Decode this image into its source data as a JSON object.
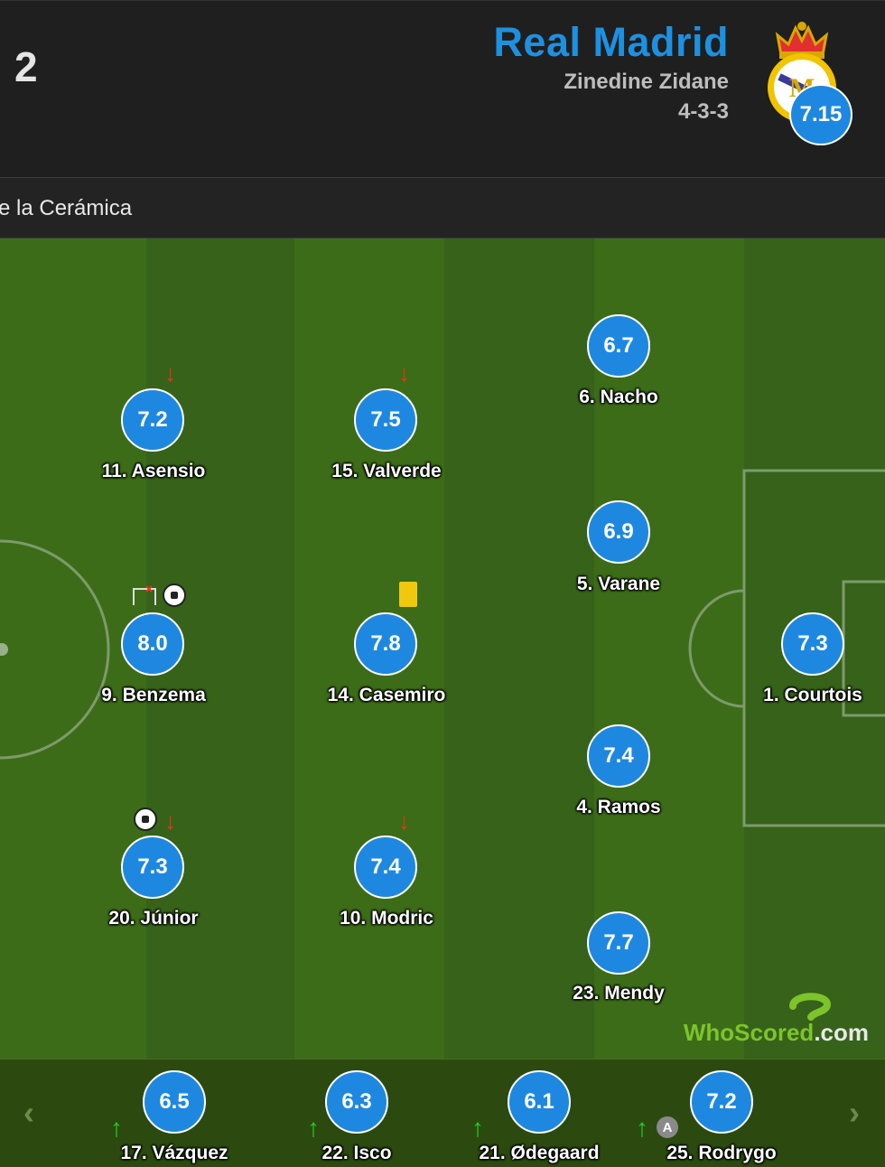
{
  "header": {
    "score": "2",
    "team_name": "Real Madrid",
    "manager": "Zinedine Zidane",
    "formation": "4-3-3",
    "team_rating": "7.15"
  },
  "venue": "e la Cerámica",
  "colors": {
    "accent": "#1e88e0",
    "pitch": "#3b6b17",
    "sub_off": "#e8341c",
    "sub_on": "#20d020",
    "yellow_card": "#f2c80f"
  },
  "players": {
    "asensio": {
      "rating": "7.2",
      "name": "11. Asensio"
    },
    "valverde": {
      "rating": "7.5",
      "name": "15. Valverde"
    },
    "nacho": {
      "rating": "6.7",
      "name": "6. Nacho"
    },
    "varane": {
      "rating": "6.9",
      "name": "5. Varane"
    },
    "benzema": {
      "rating": "8.0",
      "name": "9. Benzema"
    },
    "casemiro": {
      "rating": "7.8",
      "name": "14. Casemiro"
    },
    "courtois": {
      "rating": "7.3",
      "name": "1. Courtois"
    },
    "ramos": {
      "rating": "7.4",
      "name": "4. Ramos"
    },
    "junior": {
      "rating": "7.3",
      "name": "20. Júnior"
    },
    "modric": {
      "rating": "7.4",
      "name": "10. Modric"
    },
    "mendy": {
      "rating": "7.7",
      "name": "23. Mendy"
    }
  },
  "bench": [
    {
      "rating": "6.5",
      "name": "17. Vázquez"
    },
    {
      "rating": "6.3",
      "name": "22. Isco"
    },
    {
      "rating": "6.1",
      "name": "21. Ødegaard"
    },
    {
      "rating": "7.2",
      "name": "25. Rodrygo"
    }
  ],
  "watermark": {
    "brand": "WhoScored",
    "suffix": ".com"
  },
  "badge_a": "A",
  "nav": {
    "prev": "‹",
    "next": "›"
  }
}
